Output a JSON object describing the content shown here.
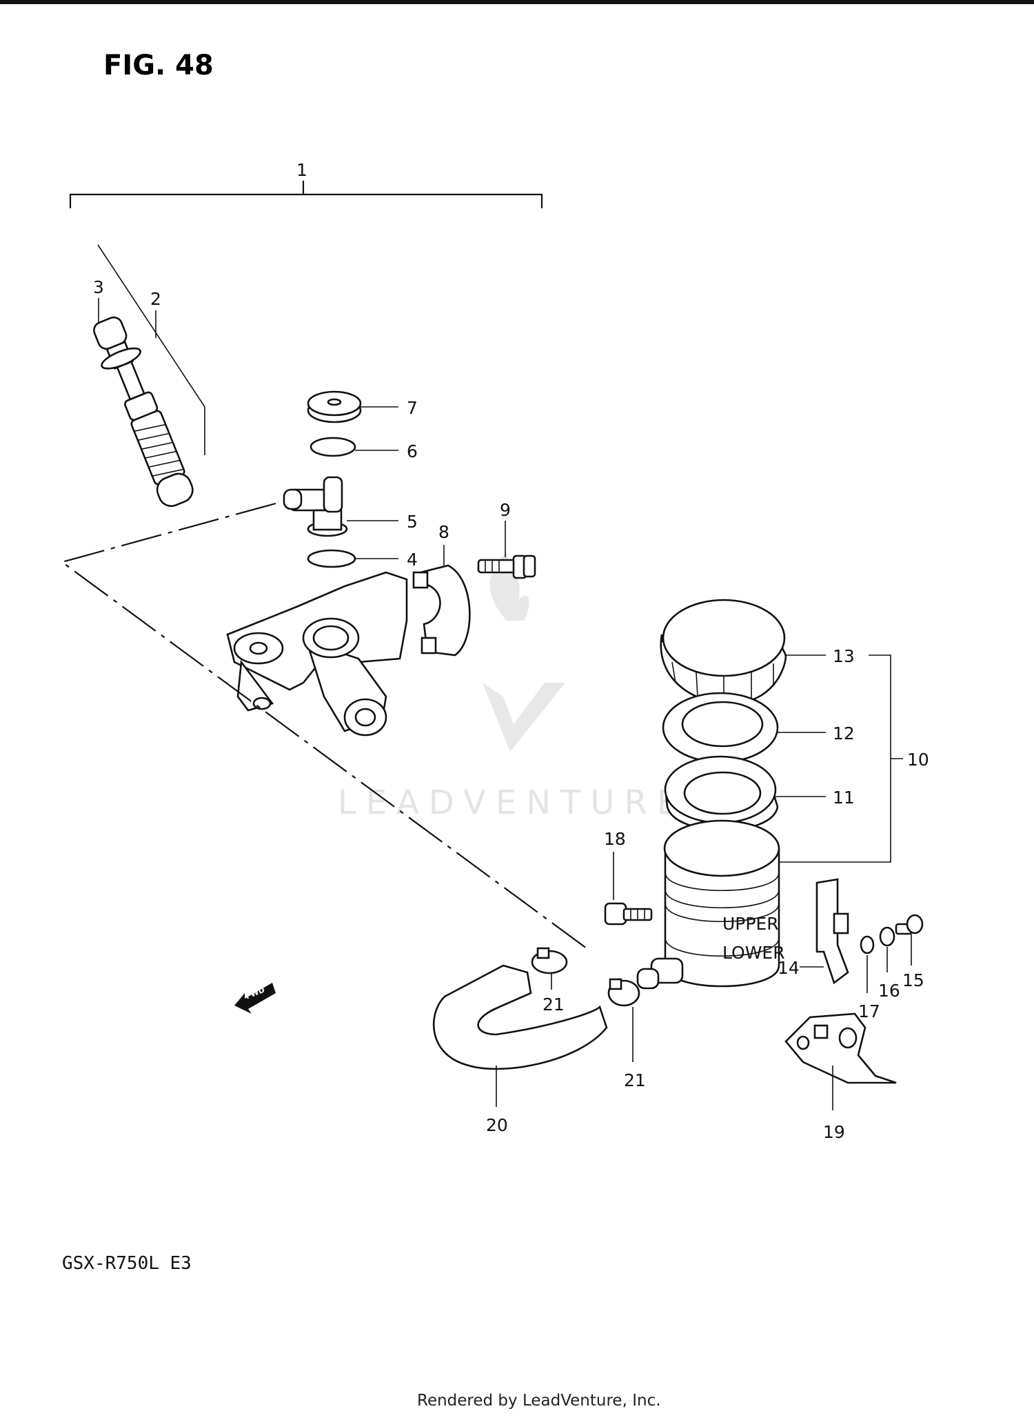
{
  "figure_title": "FIG. 48",
  "model_label": "GSX-R750L  E3",
  "footer": "Rendered by LeadVenture, Inc.",
  "watermark": "LEADVENTURE",
  "fwd_label": "FWD",
  "reservoir_text": {
    "upper": "UPPER",
    "lower": "LOWER"
  },
  "callouts": {
    "c1": "1",
    "c2": "2",
    "c3": "3",
    "c4": "4",
    "c5": "5",
    "c6": "6",
    "c7": "7",
    "c8": "8",
    "c9": "9",
    "c10": "10",
    "c11": "11",
    "c12": "12",
    "c13": "13",
    "c14": "14",
    "c15": "15",
    "c16": "16",
    "c17": "17",
    "c18": "18",
    "c19": "19",
    "c20": "20",
    "c21a": "21",
    "c21b": "21"
  },
  "colors": {
    "line": "#111111",
    "background": "#ffffff",
    "watermark": "#e4e4e4"
  }
}
